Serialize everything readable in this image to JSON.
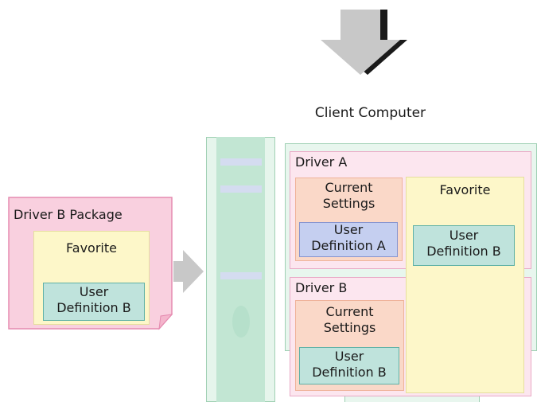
{
  "colors": {
    "arrow": "#c8c8c8",
    "package": "#f9d0df",
    "favorite": "#fdf7c9",
    "user_definition_b": "#bfe3dc",
    "user_definition_a": "#c5cff0",
    "current_settings": "#fad8c8",
    "driver_box": "#fce6ef",
    "computer": "#e8f6ee"
  },
  "client": {
    "title": "Client Computer"
  },
  "package": {
    "title": "Driver B Package",
    "favorite_label": "Favorite",
    "user_def_line1": "User",
    "user_def_line2": "Definition B"
  },
  "driver_a": {
    "title": "Driver A",
    "current_line1": "Current",
    "current_line2": "Settings",
    "user_def_line1": "User",
    "user_def_line2": "Definition A"
  },
  "driver_b": {
    "title": "Driver B",
    "current_line1": "Current",
    "current_line2": "Settings",
    "user_def_line1": "User",
    "user_def_line2": "Definition B"
  },
  "favorite": {
    "label": "Favorite",
    "user_def_line1": "User",
    "user_def_line2": "Definition B"
  }
}
